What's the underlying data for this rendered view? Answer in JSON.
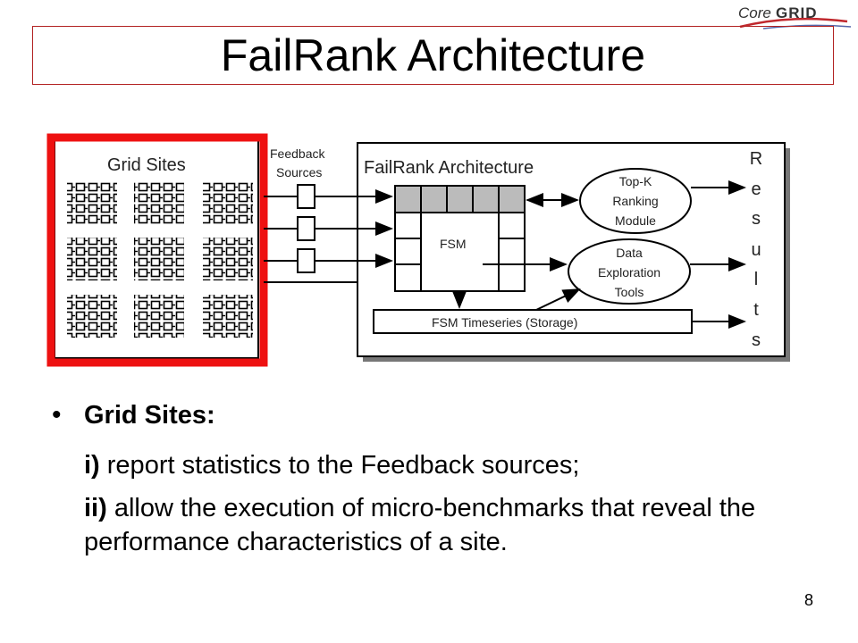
{
  "logo": {
    "text_pre": "Core",
    "text_post": "GRID"
  },
  "title": "FailRank Architecture",
  "diagram": {
    "grid_sites_label": "Grid Sites",
    "feedback_label_1": "Feedback",
    "feedback_label_2": "Sources",
    "architecture_label": "FailRank Architecture",
    "fsm_label": "FSM",
    "topk_line1": "Top-K",
    "topk_line2": "Ranking",
    "topk_line3": "Module",
    "data_line1": "Data",
    "data_line2": "Exploration",
    "data_line3": "Tools",
    "timeseries_label": "FSM Timeseries (Storage)",
    "results_letters": [
      "R",
      "e",
      "s",
      "u",
      "l",
      "t",
      "s"
    ],
    "highlight_color": "#ee1111"
  },
  "bullet": {
    "heading": "Grid Sites:",
    "item1_prefix": "i)",
    "item1_text": " report statistics to the Feedback sources;",
    "item2_prefix": "ii)",
    "item2_text": " allow the execution of micro-benchmarks that reveal the performance characteristics of a site."
  },
  "slide_number": "8"
}
